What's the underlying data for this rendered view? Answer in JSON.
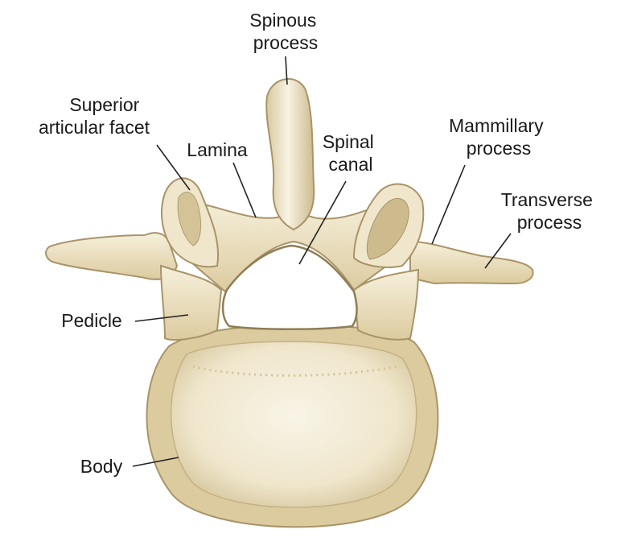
{
  "labels": {
    "spinous_process": [
      "Spinous",
      "process"
    ],
    "superior_articular_facet": [
      "Superior",
      "articular facet"
    ],
    "lamina": "Lamina",
    "spinal_canal": [
      "Spinal",
      "canal"
    ],
    "mammillary_process": [
      "Mammillary",
      "process"
    ],
    "transverse_process": [
      "Transverse",
      "process"
    ],
    "pedicle": "Pedicle",
    "body": "Body"
  },
  "colors": {
    "bone_light": "#f3ecd6",
    "bone_mid": "#e6dab8",
    "bone_shadow": "#c9b88e",
    "bone_dark": "#9c8a63",
    "background": "#ffffff"
  }
}
